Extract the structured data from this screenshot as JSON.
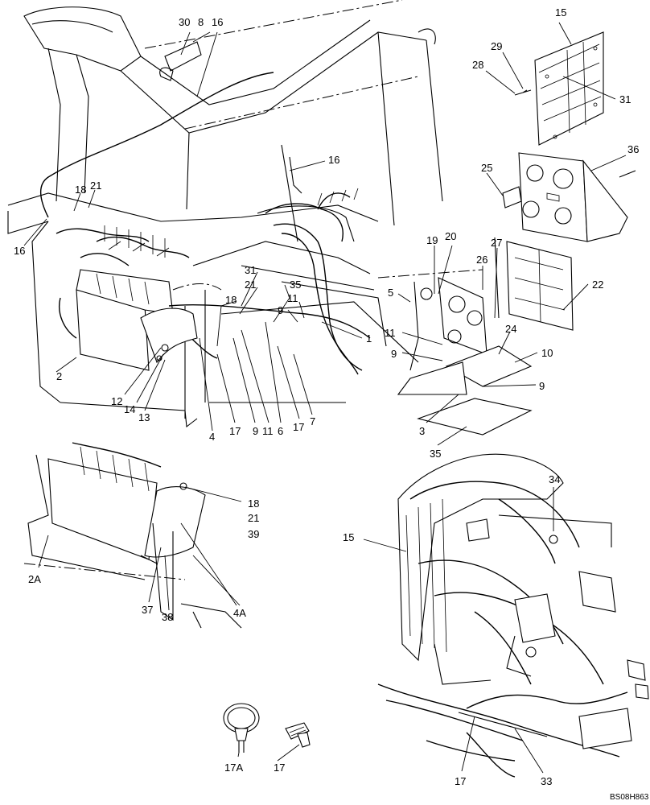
{
  "drawing_id": "BS08H863",
  "callouts": {
    "c30": "30",
    "c8": "8",
    "c16a": "16",
    "c16b": "16",
    "c16c": "16",
    "c18a": "18",
    "c21a": "21",
    "c15a": "15",
    "c29": "29",
    "c28": "28",
    "c31a": "31",
    "c36": "36",
    "c25": "25",
    "c19": "19",
    "c20": "20",
    "c27": "27",
    "c26": "26",
    "c22": "22",
    "c5": "5",
    "c31b": "31",
    "c21b": "21",
    "c35a": "35",
    "c18b": "18",
    "c9a": "9",
    "c11a": "11",
    "c1": "1",
    "c11b": "11",
    "c9b": "9",
    "c24": "24",
    "c10": "10",
    "c9c": "9",
    "c2": "2",
    "c12": "12",
    "c14": "14",
    "c13": "13",
    "c4": "4",
    "c17a": "17",
    "c9d": "9",
    "c11c": "11",
    "c6": "6",
    "c17b": "17",
    "c7": "7",
    "c3": "3",
    "c35b": "35",
    "c18c": "18",
    "c21c": "21",
    "c39": "39",
    "c2A": "2A",
    "c37": "37",
    "c38": "38",
    "c4A": "4A",
    "c34": "34",
    "c15b": "15",
    "c17A": "17A",
    "c17c": "17",
    "c17d": "17",
    "c33": "33"
  }
}
